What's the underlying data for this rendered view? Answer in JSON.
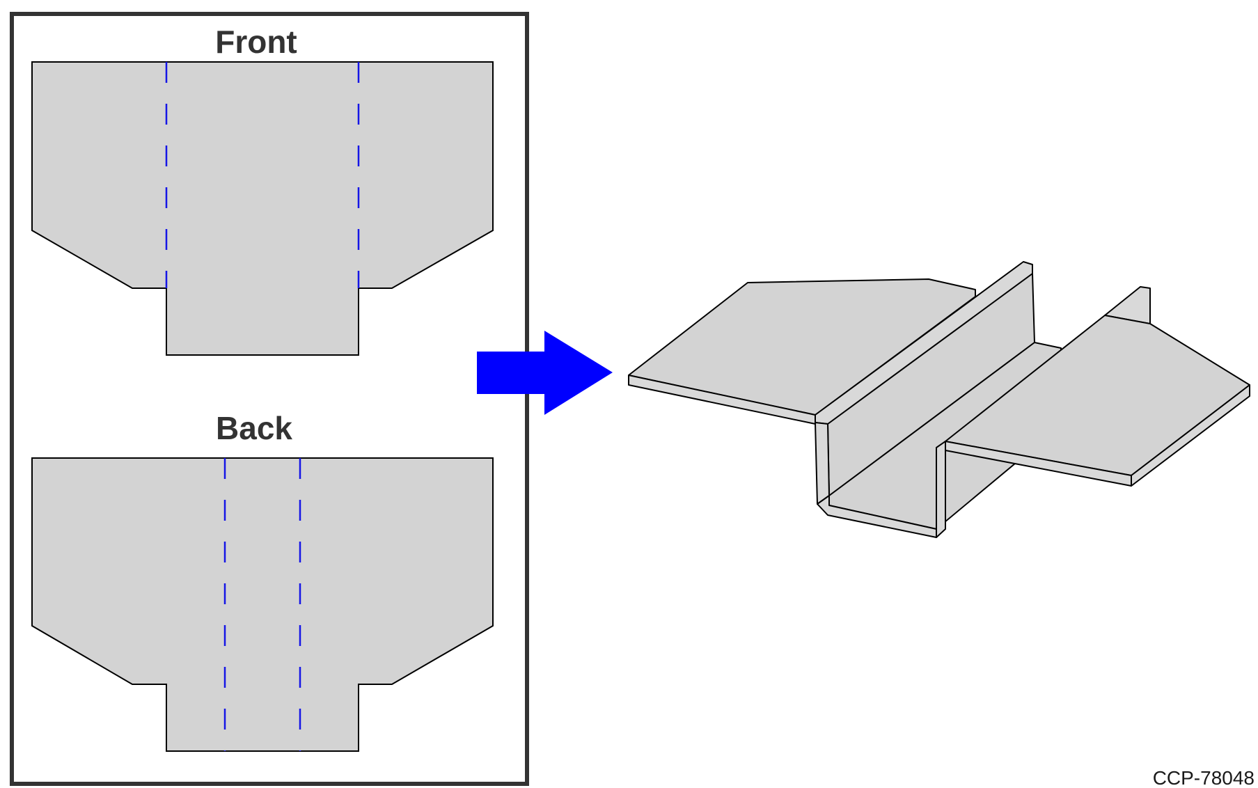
{
  "figure": {
    "front_label": "Front",
    "back_label": "Back",
    "figure_code": "CCP-78048"
  },
  "colors": {
    "panel_fill": "#d3d3d3",
    "fold_line": "#1515e6",
    "arrow": "#0000ff",
    "frame": "#333333"
  }
}
